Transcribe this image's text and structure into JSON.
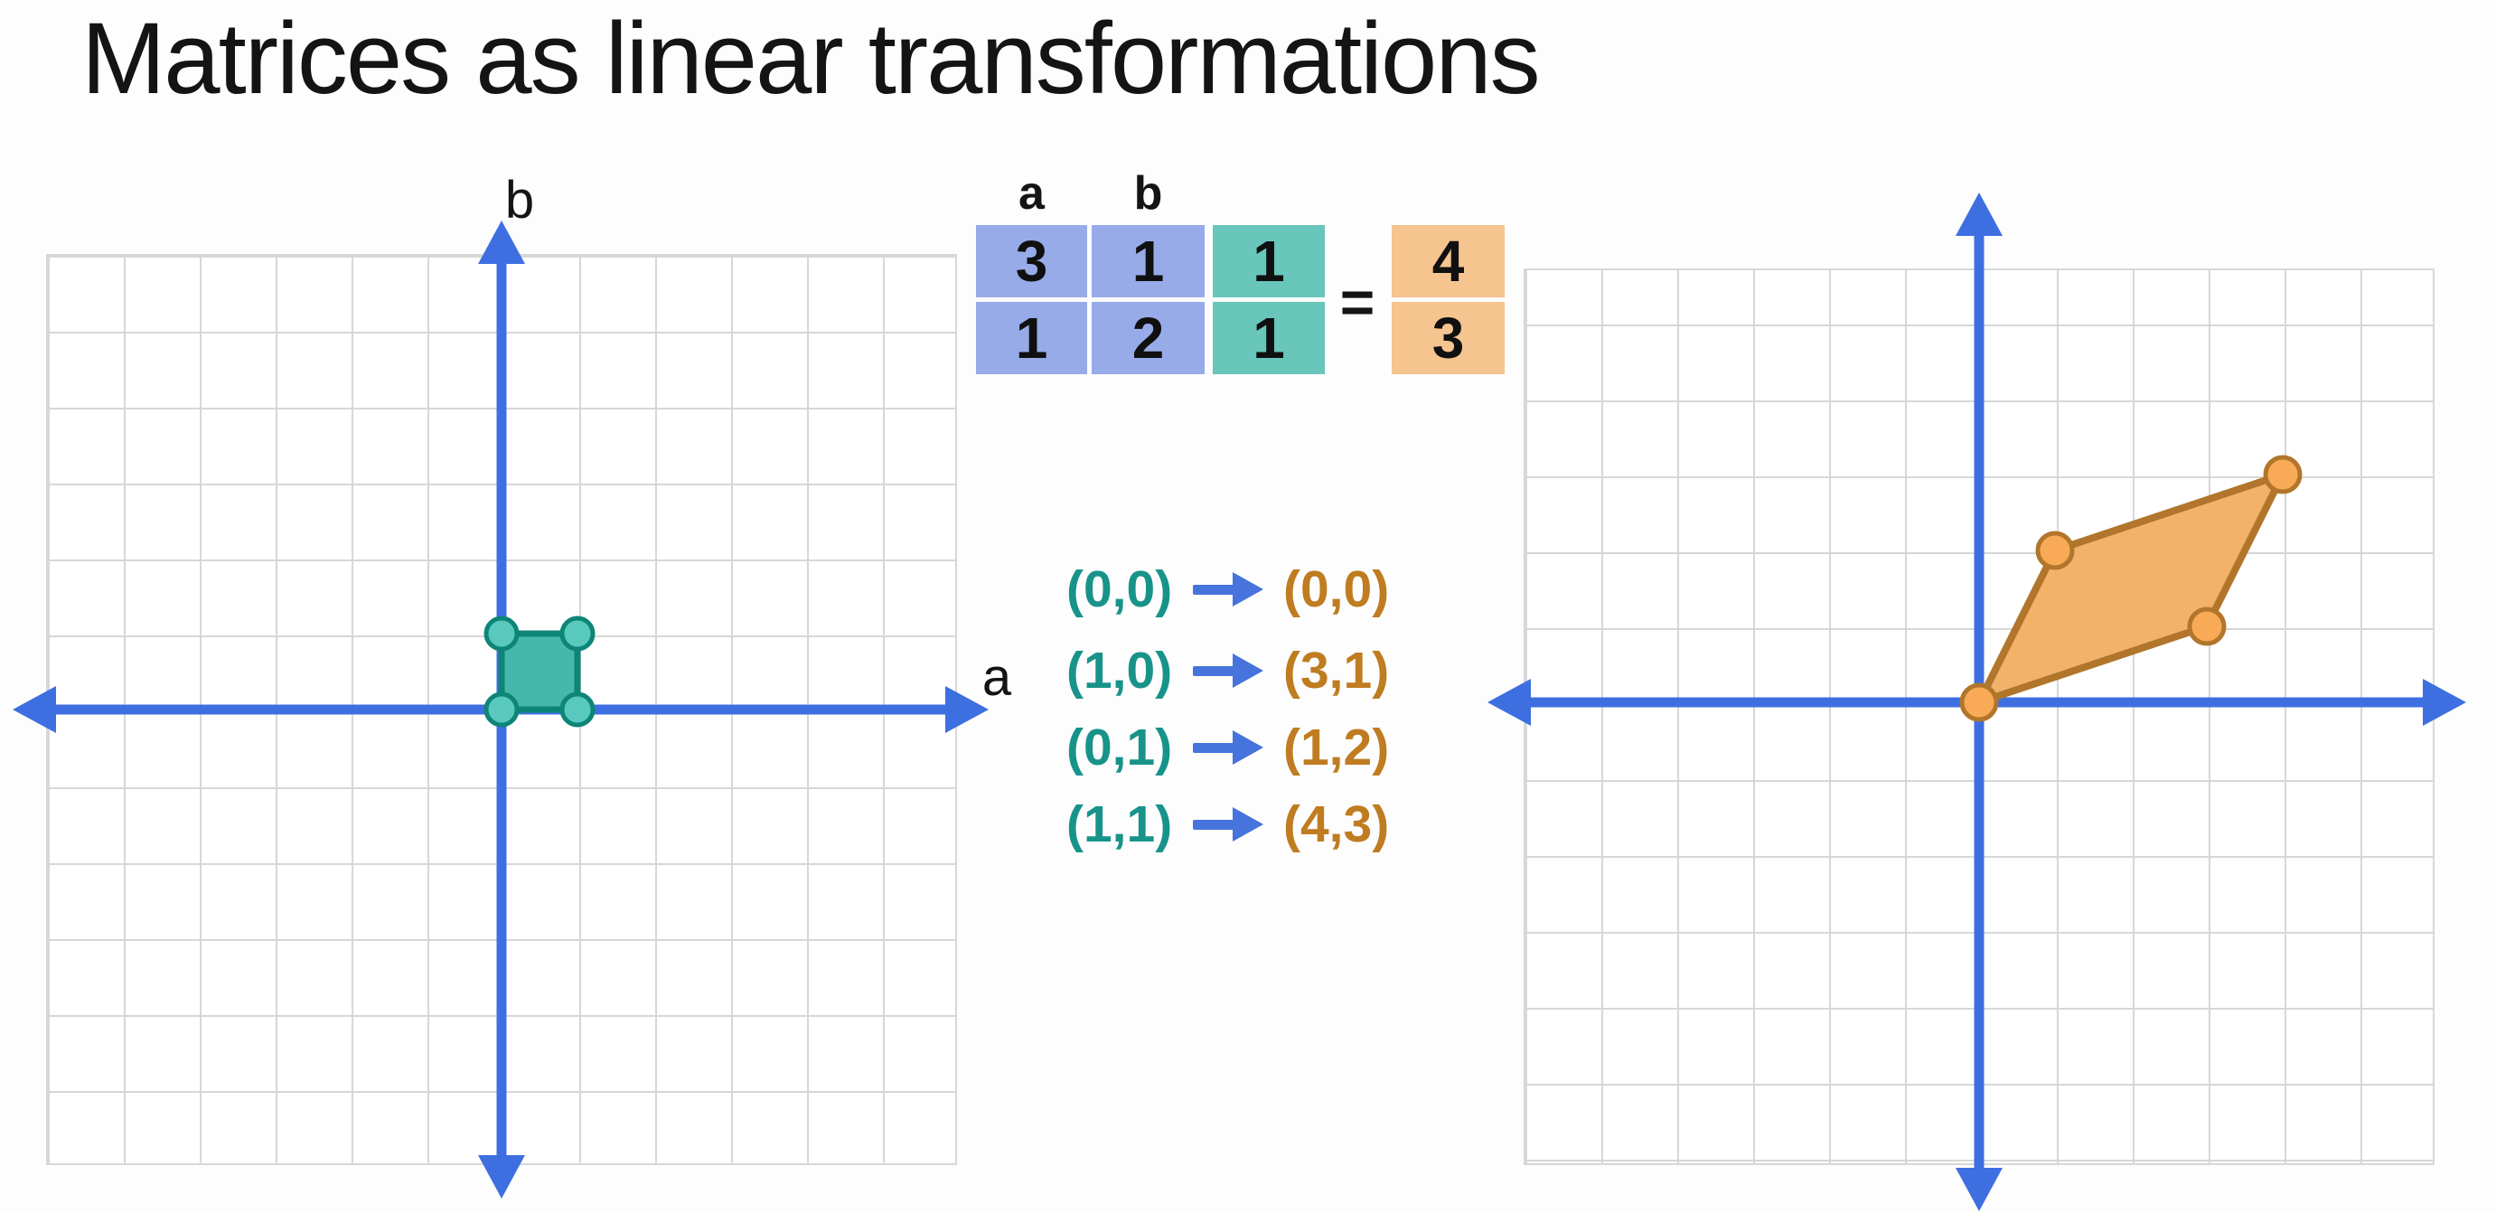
{
  "title": "Matrices as linear transformations",
  "equation": {
    "column_headers": [
      "a",
      "b"
    ],
    "matrix_rows": [
      [
        "3",
        "1"
      ],
      [
        "1",
        "2"
      ]
    ],
    "input_vector": [
      "1",
      "1"
    ],
    "equals_sign": "=",
    "result_vector": [
      "4",
      "3"
    ]
  },
  "mappings": [
    {
      "from": "(0,0)",
      "to": "(0,0)"
    },
    {
      "from": "(1,0)",
      "to": "(3,1)"
    },
    {
      "from": "(0,1)",
      "to": "(1,2)"
    },
    {
      "from": "(1,1)",
      "to": "(4,3)"
    }
  ],
  "left_grid": {
    "x_axis_label": "a",
    "y_axis_label": "b",
    "shape": "unit square",
    "square_corners": [
      [
        0,
        0
      ],
      [
        1,
        0
      ],
      [
        1,
        1
      ],
      [
        0,
        1
      ]
    ]
  },
  "right_grid": {
    "shape": "parallelogram",
    "parallelogram_corners": [
      [
        0,
        0
      ],
      [
        3,
        1
      ],
      [
        4,
        3
      ],
      [
        1,
        2
      ]
    ]
  },
  "colors": {
    "axis_blue": "#3e6fe1",
    "mapping_arrow_blue": "#4673dc",
    "matrix_cell_blue": "#97abe9",
    "vector_cell_teal": "#68c6bb",
    "result_cell_orange": "#f5c48f",
    "square_teal_fill": "#45b7ab",
    "square_teal_stroke": "#0d8577",
    "parallelogram_orange_fill": "#f2b26a",
    "parallelogram_orange_stroke": "#b1762b",
    "mapping_from_teal": "#18938a",
    "mapping_to_orange": "#bf7c20",
    "grid_line_gray": "#d7d7d7"
  }
}
